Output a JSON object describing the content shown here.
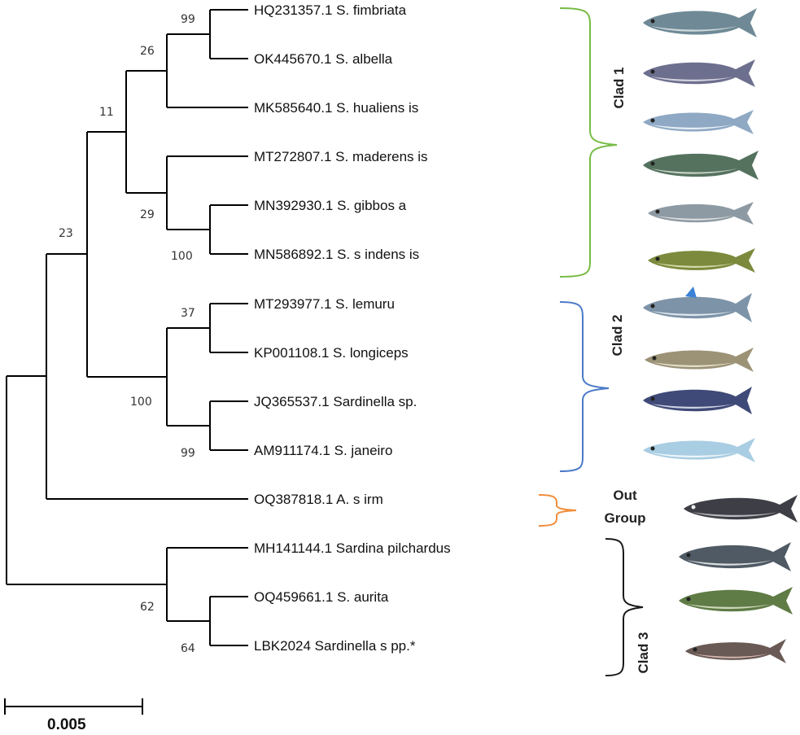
{
  "colors": {
    "clade1": "#77bb44",
    "clade2": "#4a7ac8",
    "outgroup": "#f08c3a",
    "clade3": "#1a1a1a"
  },
  "taxa": [
    "HQ231357.1 S. fimbriata",
    "OK445670.1 S. albella",
    "MK585640.1 S. hualiens is",
    "MT272807.1 S. maderens is",
    "MN392930.1 S. gibbos a",
    "MN586892.1 S. s indens is",
    "MT293977.1 S. lemuru",
    "KP001108.1 S. longiceps",
    "JQ365537.1 Sardinella sp.",
    "AM911174.1 S. janeiro",
    "OQ387818.1 A. s irm",
    "MH141144.1 Sardina pilchardus",
    "OQ459661.1 S. aurita",
    "LBK2024 Sardinella s pp.*"
  ],
  "bootstrap": [
    "99",
    "26",
    "11",
    "29",
    "100",
    "23",
    "37",
    "100",
    "99",
    "62",
    "64"
  ],
  "clades": {
    "clade1": "Clad 1",
    "clade2": "Clad 2",
    "outgroup_line1": "Out",
    "outgroup_line2": "Group",
    "clade3": "Clad 3"
  },
  "scale_bar": {
    "label": "0.005"
  }
}
